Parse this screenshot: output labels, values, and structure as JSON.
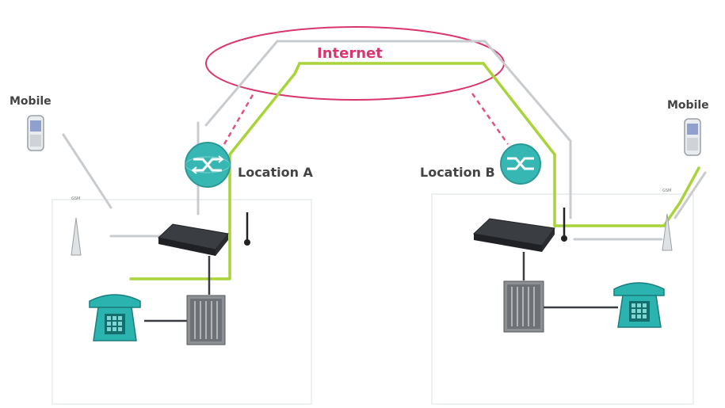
{
  "internet_label": "Internet",
  "location_a_label": "Location A",
  "location_b_label": "Location B",
  "mobile_left_label": "Mobile",
  "mobile_right_label": "Mobile",
  "gsm_left_label": "GSM",
  "gsm_right_label": "GSM",
  "colors": {
    "internet_ellipse": "#d9366e",
    "route_green": "#a8d43a",
    "link_gray": "#c9cccf",
    "router": "#37b7b4",
    "phone": "#2bb3b0",
    "dashed_link": "#e0537f"
  }
}
